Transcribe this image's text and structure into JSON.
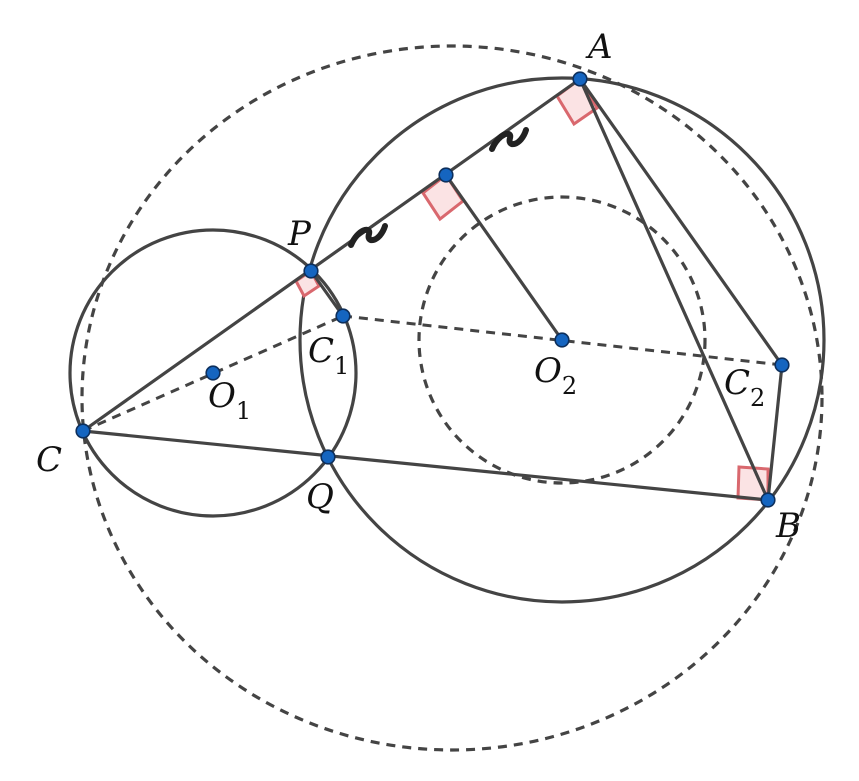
{
  "colors": {
    "stroke": "#444444",
    "point_fill": "#1565c0",
    "point_stroke": "#0d2f5c",
    "right_angle_stroke": "#d9686e",
    "right_angle_fill": "#fbe3e4",
    "tick": "#222222",
    "background": "#ffffff"
  },
  "points": [
    {
      "id": "A",
      "main": "A",
      "sub": ""
    },
    {
      "id": "B",
      "main": "B",
      "sub": ""
    },
    {
      "id": "C",
      "main": "C",
      "sub": ""
    },
    {
      "id": "P",
      "main": "P",
      "sub": ""
    },
    {
      "id": "Q",
      "main": "Q",
      "sub": ""
    },
    {
      "id": "O1",
      "main": "O",
      "sub": "1"
    },
    {
      "id": "O2",
      "main": "O",
      "sub": "2"
    },
    {
      "id": "C1",
      "main": "C",
      "sub": "1"
    },
    {
      "id": "C2",
      "main": "C",
      "sub": "2"
    },
    {
      "id": "M",
      "main": "",
      "sub": ""
    }
  ]
}
